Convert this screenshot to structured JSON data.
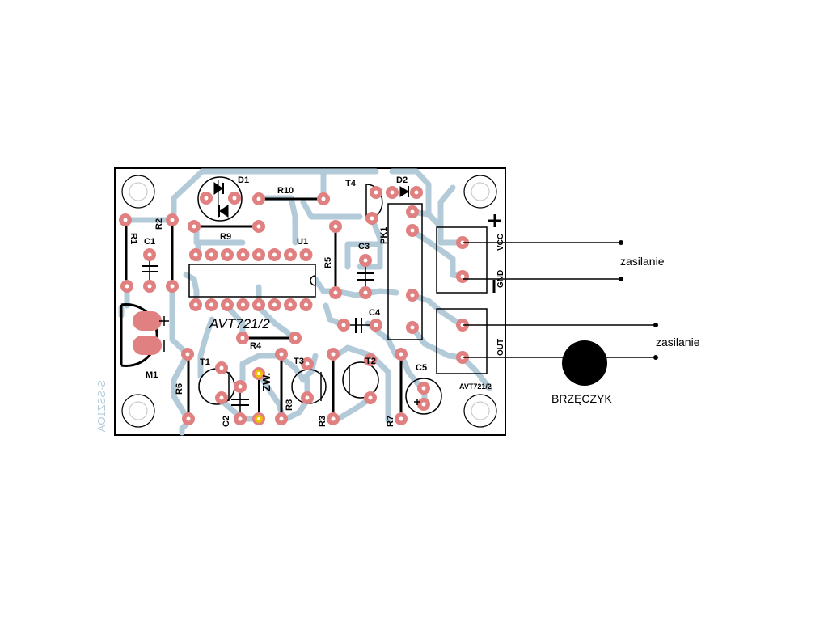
{
  "board": {
    "title": "AVT721/2",
    "title_small": "AVT721/2",
    "mirrored_mark": "S·SSZ1OA",
    "colors": {
      "trace": "#b3cbd9",
      "pad": "#e08080",
      "outline": "#000000",
      "gold": "#f0c000"
    }
  },
  "components": {
    "D1": "D1",
    "D2": "D2",
    "R10": "R10",
    "T4": "T4",
    "R1": "R1",
    "C1": "C1",
    "R2": "R2",
    "R9": "R9",
    "U1": "U1",
    "R5": "R5",
    "C3": "C3",
    "PK1": "PK1",
    "C4": "C4",
    "M1": "M1",
    "R4": "R4",
    "T1": "T1",
    "T3": "T3",
    "T2": "T2",
    "C5": "C5",
    "R6": "R6",
    "C2": "C2",
    "ZW": "ZW.",
    "R8": "R8",
    "R3": "R3",
    "R7": "R7"
  },
  "connector": {
    "vcc": "VCC",
    "gnd": "GND",
    "out": "OUT",
    "plus": "+",
    "minus": "–"
  },
  "external": {
    "supply_top": "zasilanie",
    "supply_bottom": "zasilanie",
    "buzzer": "BRZĘCZYK"
  }
}
